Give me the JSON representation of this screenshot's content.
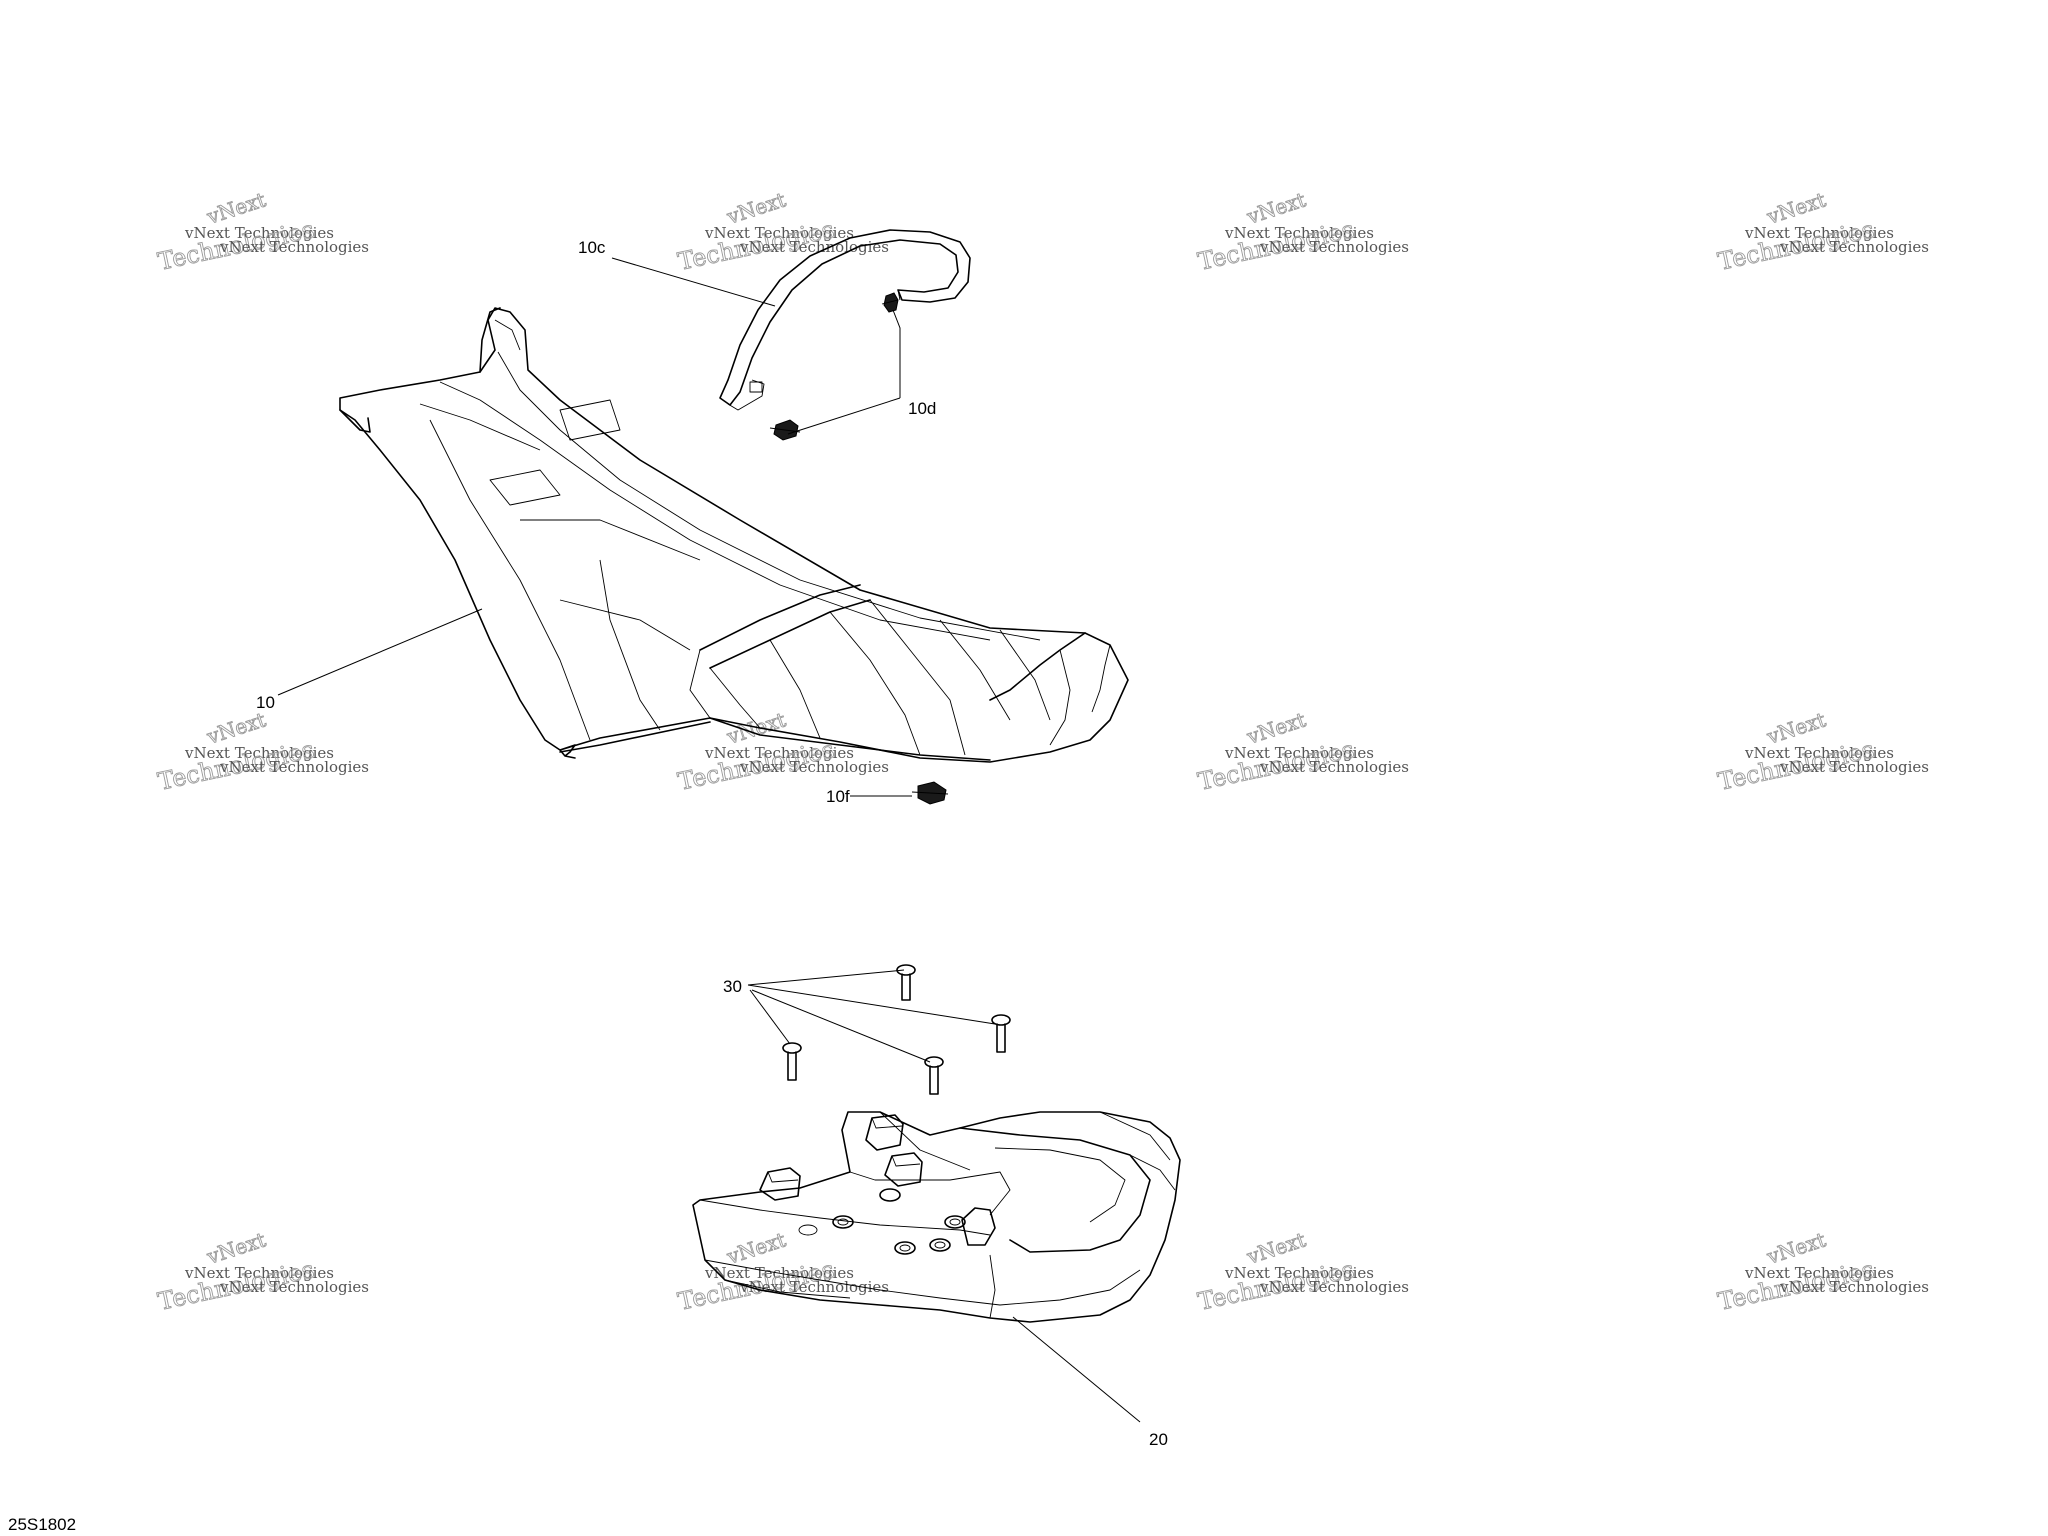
{
  "diagram": {
    "callouts": {
      "seat": "10",
      "grab_strap": "10c",
      "strap_fastener": "10d",
      "seat_clip": "10f",
      "rear_rack": "20",
      "screws": "30"
    },
    "reference_code": "25S1802",
    "watermark": {
      "line1": "vNext Technologies",
      "line2": "Technologies",
      "line3": "vNext"
    }
  }
}
